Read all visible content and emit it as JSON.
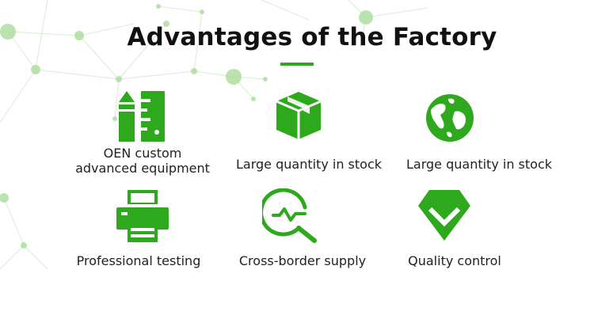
{
  "title": "Advantages of the Factory",
  "accent_color": "#2ea81c",
  "items": [
    {
      "icon": "ruler-pencil-icon",
      "label_line1": "OEN custom",
      "label_line2": "advanced equipment"
    },
    {
      "icon": "box-icon",
      "label": "Large quantity in stock"
    },
    {
      "icon": "globe-icon",
      "label": "Large quantity in stock"
    },
    {
      "icon": "printer-icon",
      "label": "Professional testing"
    },
    {
      "icon": "search-chart-icon",
      "label": "Cross-border supply"
    },
    {
      "icon": "diamond-check-icon",
      "label": "Quality control"
    }
  ]
}
